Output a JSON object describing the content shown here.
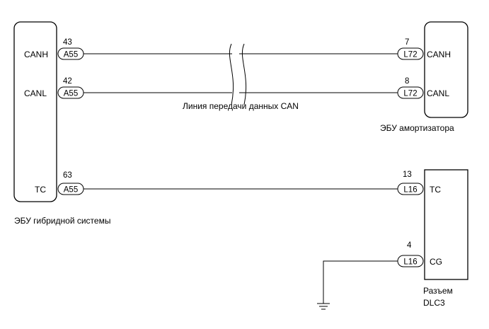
{
  "hybrid_ecu": {
    "name": "ЭБУ гибридной системы",
    "pins": [
      {
        "signal": "CANH",
        "pin": "43",
        "connector": "A55"
      },
      {
        "signal": "CANL",
        "pin": "42",
        "connector": "A55"
      },
      {
        "signal": "TC",
        "pin": "63",
        "connector": "A55"
      }
    ]
  },
  "shock_ecu": {
    "name": "ЭБУ амортизатора",
    "pins": [
      {
        "signal": "CANH",
        "pin": "7",
        "connector": "L72"
      },
      {
        "signal": "CANL",
        "pin": "8",
        "connector": "L72"
      }
    ]
  },
  "dlc3": {
    "name_line1": "Разъем",
    "name_line2": "DLC3",
    "pins": [
      {
        "signal": "TC",
        "pin": "13",
        "connector": "L16"
      },
      {
        "signal": "CG",
        "pin": "4",
        "connector": "L16"
      }
    ]
  },
  "can_bus_label": "Линия передачи данных CAN"
}
